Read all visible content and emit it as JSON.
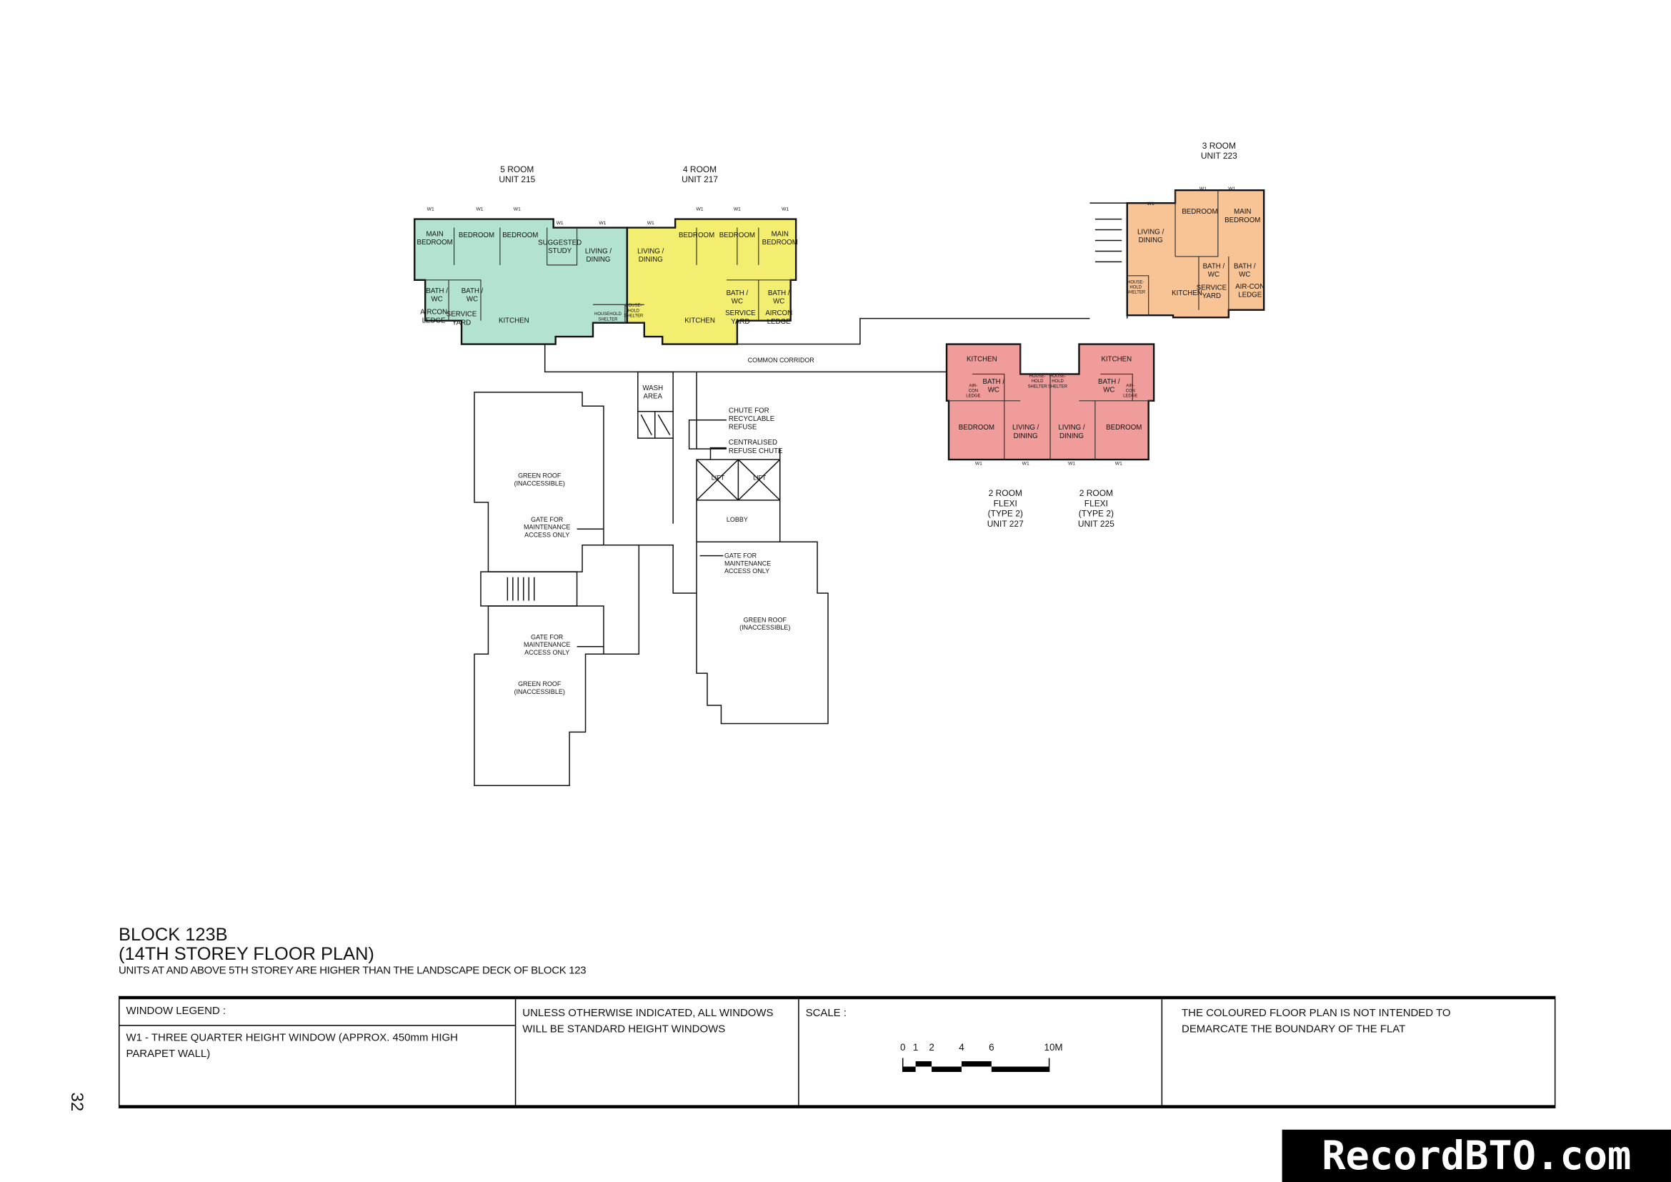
{
  "colors": {
    "unit_5room": "#b3e2d0",
    "unit_4room": "#f3ee70",
    "unit_3room": "#f8c395",
    "unit_2room": "#ef9c9a",
    "wall": "#111111"
  },
  "units": [
    {
      "id": "u215",
      "heading": [
        "5 ROOM",
        "UNIT 215"
      ],
      "rooms": [
        [
          "MAIN",
          "BEDROOM"
        ],
        [
          "BEDROOM"
        ],
        [
          "BEDROOM"
        ],
        [
          "SUGGESTED",
          "STUDY"
        ],
        [
          "LIVING /",
          "DINING"
        ],
        [
          "BATH /",
          "WC"
        ],
        [
          "BATH /",
          "WC"
        ],
        [
          "AIRCON",
          "LEDGE"
        ],
        [
          "SERVICE",
          "YARD"
        ],
        [
          "KITCHEN"
        ],
        [
          "HOUSEHOLD",
          "SHELTER"
        ]
      ]
    },
    {
      "id": "u217",
      "heading": [
        "4 ROOM",
        "UNIT 217"
      ],
      "rooms": [
        [
          "LIVING /",
          "DINING"
        ],
        [
          "BEDROOM"
        ],
        [
          "BEDROOM"
        ],
        [
          "MAIN",
          "BEDROOM"
        ],
        [
          "HOUSE-",
          "HOLD",
          "SHELTER"
        ],
        [
          "KITCHEN"
        ],
        [
          "BATH /",
          "WC"
        ],
        [
          "BATH /",
          "WC"
        ],
        [
          "SERVICE",
          "YARD"
        ],
        [
          "AIRCON",
          "LEDGE"
        ]
      ]
    },
    {
      "id": "u223",
      "heading": [
        "3 ROOM",
        "UNIT 223"
      ],
      "rooms": [
        [
          "LIVING /",
          "DINING"
        ],
        [
          "BEDROOM"
        ],
        [
          "MAIN",
          "BEDROOM"
        ],
        [
          "BATH /",
          "WC"
        ],
        [
          "BATH /",
          "WC"
        ],
        [
          "HOUSE-",
          "HOLD",
          "SHELTER"
        ],
        [
          "KITCHEN"
        ],
        [
          "SERVICE",
          "YARD"
        ],
        [
          "AIR-CON",
          "LEDGE"
        ]
      ]
    },
    {
      "id": "u227",
      "heading": [
        "2 ROOM",
        "FLEXI",
        "(TYPE 2)",
        "UNIT 227"
      ],
      "rooms": [
        [
          "KITCHEN"
        ],
        [
          "BATH /",
          "WC"
        ],
        [
          "AIR-",
          "CON",
          "LEDGE"
        ],
        [
          "BEDROOM"
        ],
        [
          "LIVING /",
          "DINING"
        ],
        [
          "HOUSE-",
          "HOLD",
          "SHELTER"
        ]
      ]
    },
    {
      "id": "u225",
      "heading": [
        "2 ROOM",
        "FLEXI",
        "(TYPE 2)",
        "UNIT 225"
      ],
      "rooms": [
        [
          "KITCHEN"
        ],
        [
          "BATH /",
          "WC"
        ],
        [
          "AIR-",
          "CON",
          "LEDGE"
        ],
        [
          "BEDROOM"
        ],
        [
          "LIVING /",
          "DINING"
        ],
        [
          "HOUSE-",
          "HOLD",
          "SHELTER"
        ]
      ]
    }
  ],
  "common": [
    [
      "COMMON CORRIDOR"
    ],
    [
      "WASH",
      "AREA"
    ],
    [
      "CHUTE FOR",
      "RECYCLABLE",
      "REFUSE"
    ],
    [
      "CENTRALISED",
      "REFUSE CHUTE"
    ],
    [
      "LIFT"
    ],
    [
      "LIFT"
    ],
    [
      "LOBBY"
    ],
    [
      "GREEN ROOF",
      "(INACCESSIBLE)"
    ],
    [
      "GATE FOR",
      "MAINTENANCE",
      "ACCESS ONLY"
    ],
    [
      "GATE FOR",
      "MAINTENANCE",
      "ACCESS ONLY"
    ],
    [
      "GREEN ROOF",
      "(INACCESSIBLE)"
    ],
    [
      "GATE FOR",
      "MAINTENANCE",
      "ACCESS ONLY"
    ],
    [
      "GREEN ROOF",
      "(INACCESSIBLE)"
    ]
  ],
  "title": {
    "block": "BLOCK 123B",
    "storey": "(14TH STOREY FLOOR PLAN)",
    "note": "UNITS AT AND ABOVE 5TH STOREY ARE HIGHER THAN THE LANDSCAPE DECK OF BLOCK 123"
  },
  "legend": {
    "window_legend_label": "WINDOW LEGEND :",
    "w1_code": "W1",
    "w1_text": "W1 - THREE QUARTER HEIGHT WINDOW (APPROX. 450mm HIGH PARAPET WALL)",
    "standard_note": "UNLESS OTHERWISE INDICATED, ALL WINDOWS WILL BE STANDARD HEIGHT WINDOWS",
    "scale_label": "SCALE :",
    "scale_ticks": [
      "0",
      "1",
      "2",
      "4",
      "6",
      "10M"
    ],
    "disclaimer": "THE COLOURED FLOOR PLAN IS NOT INTENDED TO DEMARCATE THE BOUNDARY OF THE FLAT"
  },
  "page_number": "32",
  "watermark": "RecordBTO.com"
}
